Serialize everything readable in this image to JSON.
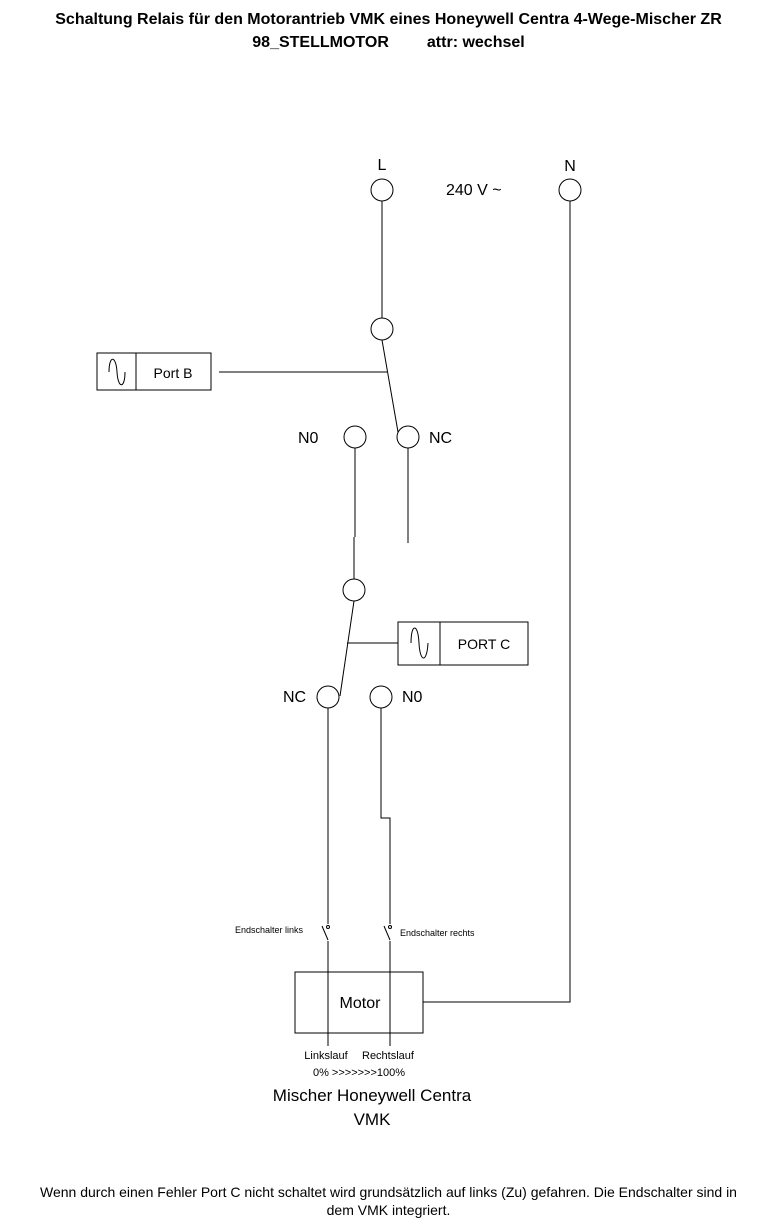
{
  "title": {
    "line1": "Schaltung Relais für den Motorantrieb VMK eines Honeywell Centra 4-Wege-Mischer ZR",
    "line2_left": "98_STELLMOTOR",
    "line2_right": "attr: wechsel"
  },
  "supply": {
    "phase": "L",
    "neutral": "N",
    "voltage": "240 V ~"
  },
  "relay_b": {
    "label": "Port B",
    "contact_no": "N0",
    "contact_nc": "NC"
  },
  "relay_c": {
    "label": "PORT C",
    "contact_nc": "NC",
    "contact_no": "N0"
  },
  "limit_switches": {
    "left": "Endschalter links",
    "right": "Endschalter rechts"
  },
  "motor": {
    "label": "Motor",
    "left_run": "Linkslauf",
    "right_run": "Rechtslauf",
    "range": "0% >>>>>>>100%"
  },
  "mixer": {
    "line1": "Mischer Honeywell Centra",
    "line2": "VMK"
  },
  "note": {
    "line1": "Wenn durch einen Fehler Port C nicht schaltet wird grundsätzlich auf links (Zu) gefahren. Die Endschalter sind in",
    "line2": "dem VMK integriert."
  }
}
